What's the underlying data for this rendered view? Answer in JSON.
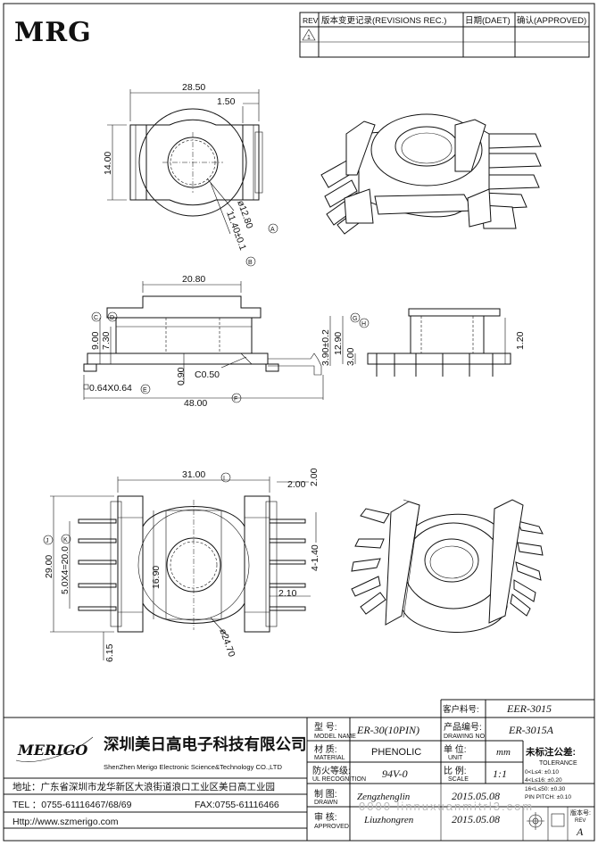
{
  "logo": "MRG",
  "revision": {
    "rev_label": "REV",
    "record_label": "版本变更记录(REVISIONS REC.)",
    "date_label": "日期(DAET)",
    "approve_label": "确认(APPROVED)",
    "first_rev_mark": "1"
  },
  "dims": {
    "top_width": "28.50",
    "top_flange": "1.50",
    "top_height": "14.00",
    "bore_dia": "ø12.80",
    "bore_tol": "11.40±0.1",
    "side_width": "20.80",
    "side_h1": "9.00",
    "side_h2": "7.30",
    "side_gap": "0.90",
    "chamfer": "C0.50",
    "pin_size": "0.64X0.64",
    "overall_len": "48.00",
    "rear_h1": "12.90",
    "rear_h2": "3.00",
    "rear_h3": "3.90±0.2",
    "rear_h4": "1.20",
    "bot_width": "31.00",
    "bot_edge": "2.00",
    "bot_height": "29.00",
    "bot_pitch": "5.0X4=20.0",
    "bot_inner": "16.90",
    "bot_pin": "4-1.40",
    "bot_step": "2.10",
    "bot_pin_dist": "6.15",
    "bot_outer_dia": "ø24.70"
  },
  "circle_labels": {
    "a": "A",
    "b": "B",
    "c": "C",
    "d": "D",
    "e": "E",
    "f": "F",
    "g": "G",
    "h": "H",
    "i": "I",
    "j": "J",
    "k": "K"
  },
  "title_block": {
    "company_cn": "深圳美日高电子科技有限公司",
    "company_en": "ShenZhen Merigo Electronic Science&Technology CO.,LTD",
    "brand": "MERIGO",
    "address": "地址：广东省深圳市龙华新区大浪街道浪口工业区美日高工业园",
    "tel": "TEL ：0755-61116467/68/69",
    "fax": "FAX:0755-61116466",
    "web": "Http://www.szmerigo.com",
    "cust_part_label": "客户料号:",
    "cust_part": "EER-3015",
    "model_label": "型  号:",
    "model_label_en": "MODEL NAME",
    "model": "ER-30(10PIN)",
    "drawing_no_label": "产品编号:",
    "drawing_no_label_en": "DRAWING NO.",
    "drawing_no": "ER-3015A",
    "material_label": "材  质:",
    "material_label_en": "MATERIAL",
    "material": "PHENOLIC",
    "unit_label": "单  位:",
    "unit_label_en": "UNIT",
    "unit": "mm",
    "tol_label": "未标注公差:",
    "tol_label_en": "TOLERANCE",
    "flame_label": "防火等级:",
    "flame_label_en": "UL RECOGNITION",
    "flame": "94V-0",
    "scale_label": "比  例:",
    "scale_label_en": "SCALE",
    "scale": "1:1",
    "drawn_label": "制  图:",
    "drawn_label_en": "DRAWN",
    "drawn_by": "Zengzhenglin",
    "drawn_date": "2015.05.08",
    "approved_label": "审  核:",
    "approved_label_en": "APPROVED",
    "approved_by": "Liuzhongren",
    "approved_date": "2015.05.08",
    "version_label": "版本号:",
    "version_label_en": "REV",
    "version": "A",
    "tolerances": [
      "0<L≤4:   ±0.10",
      "4<L≤16:  ±0.20",
      "16<L≤50: ±0.30",
      "PIN PITCH: ±0.10"
    ]
  },
  "watermark": "0000   linnuxuanmitrl3.com"
}
